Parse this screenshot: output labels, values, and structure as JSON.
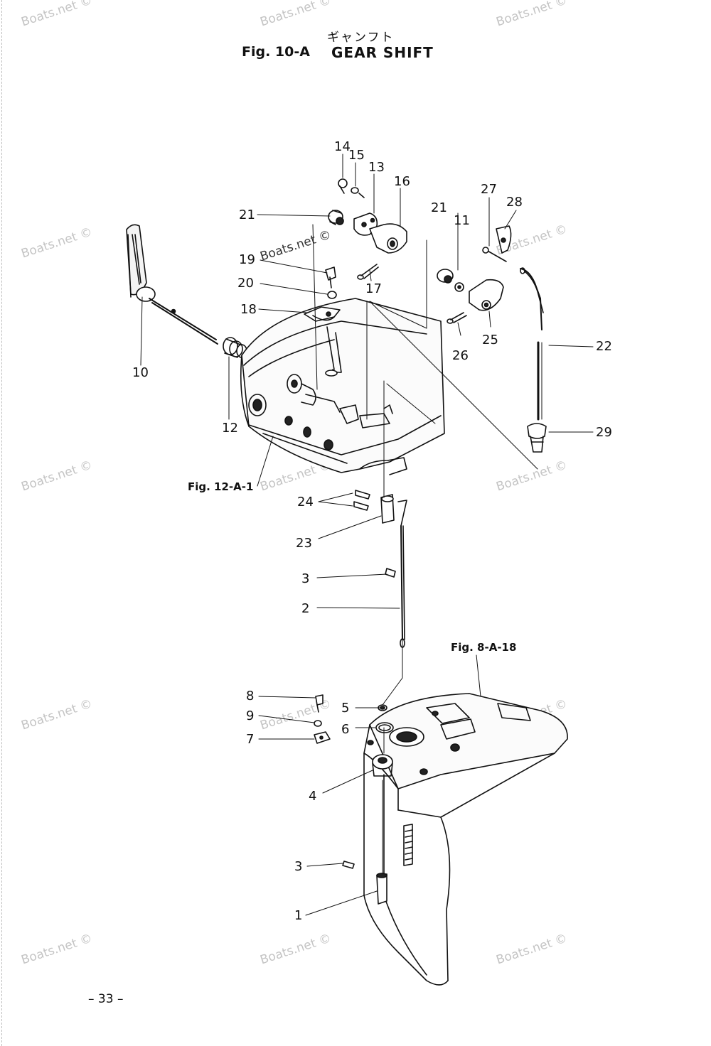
{
  "header": {
    "kana": "ギャンフト",
    "figure_number": "Fig. 10-A",
    "title": "GEAR SHIFT"
  },
  "page_number": "– 33 –",
  "watermark": "Boats.net ©",
  "callouts": {
    "c1": "1",
    "c2": "2",
    "c3a": "3",
    "c3b": "3",
    "c4": "4",
    "c5": "5",
    "c6": "6",
    "c7": "7",
    "c8": "8",
    "c9": "9",
    "c10": "10",
    "c11": "11",
    "c12": "12",
    "c13": "13",
    "c14": "14",
    "c15": "15",
    "c16": "16",
    "c17": "17",
    "c18": "18",
    "c19": "19",
    "c20": "20",
    "c21a": "21",
    "c21b": "21",
    "c22": "22",
    "c23": "23",
    "c24": "24",
    "c25": "25",
    "c26": "26",
    "c27": "27",
    "c28": "28",
    "c29": "29"
  },
  "figure_refs": {
    "bottom_cowl": "Fig. 12-A-1",
    "drive_shaft_housing": "Fig. 8-A-18"
  }
}
